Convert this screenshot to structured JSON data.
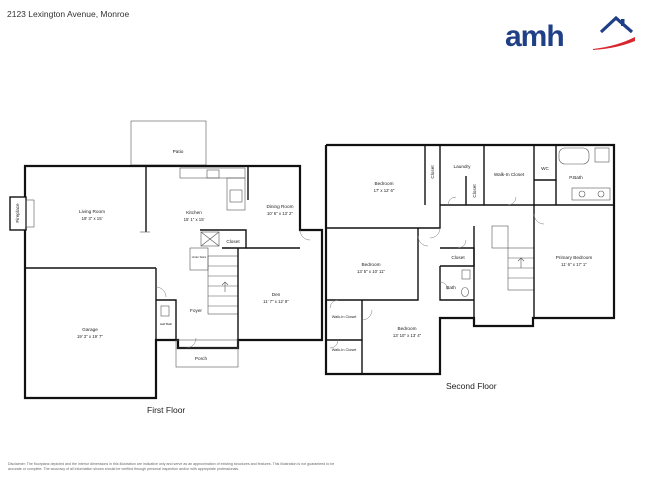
{
  "header": {
    "address": "2123 Lexington Avenue, Monroe",
    "logo_text": "amh",
    "logo_colors": {
      "word": "#1f3f86",
      "swoosh": "#d7282f"
    }
  },
  "first_floor": {
    "label": "First Floor",
    "rooms": {
      "patio": {
        "name": "Patio"
      },
      "fireplace": {
        "name": "Fireplace"
      },
      "living": {
        "name": "Living Room",
        "dims": "19' 3\" x 15'"
      },
      "kitchen": {
        "name": "Kitchen",
        "dims": "15' 1\" x 15'"
      },
      "dining": {
        "name": "Dining Room",
        "dims": "10' 6\" x 13' 2\""
      },
      "closet": {
        "name": "Closet"
      },
      "under_stairs": {
        "name": "Under Stairs"
      },
      "garage": {
        "name": "Garage",
        "dims": "19' 3\" x 19' 7\""
      },
      "half_bath": {
        "name": "Half Bath"
      },
      "foyer": {
        "name": "Foyer"
      },
      "den": {
        "name": "Den",
        "dims": "11' 7\" x 12' 9\""
      },
      "porch": {
        "name": "Porch"
      }
    }
  },
  "second_floor": {
    "label": "Second Floor",
    "rooms": {
      "bedroom1": {
        "name": "Bedroom",
        "dims": "17' x 12' 6\""
      },
      "closet_a": {
        "name": "Closet"
      },
      "laundry": {
        "name": "Laundry"
      },
      "closet_b": {
        "name": "Closet"
      },
      "wic_top": {
        "name": "Walk-In Closet"
      },
      "wc": {
        "name": "WC"
      },
      "pbath": {
        "name": "P.Bath"
      },
      "bedroom2": {
        "name": "Bedroom",
        "dims": "13' 5\" x 10' 11\""
      },
      "closet_c": {
        "name": "Closet"
      },
      "bath": {
        "name": "Bath"
      },
      "primary": {
        "name": "Primary Bedroom",
        "dims": "11' 6\" x 17' 1\""
      },
      "wic_1": {
        "name": "Walk-In Closet"
      },
      "bedroom3": {
        "name": "Bedroom",
        "dims": "13' 10\" x 13' 4\""
      },
      "wic_2": {
        "name": "Walk-In Closet"
      }
    }
  },
  "disclaimer": "Disclaimer: The floorplans depicted and the interior dimensions in this illustration are indicative only and serve as an approximation of existing structures and features. This illustration is not guaranteed to be accurate or complete. The accuracy of all information shown should be verified through personal inspection and/or with appropriate professionals."
}
